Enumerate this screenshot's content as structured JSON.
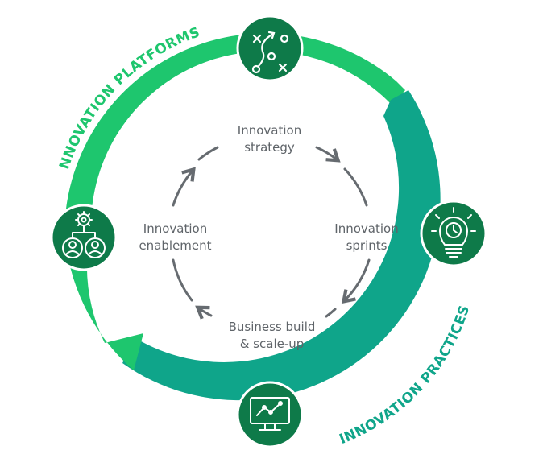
{
  "colors": {
    "light_green": "#1ec66e",
    "teal": "#0fa58a",
    "dark_green": "#0e7a49",
    "arrow_gray": "#666b70",
    "text_gray": "#5f6469"
  },
  "outer_labels": {
    "platforms": "INNOVATION PLATFORMS",
    "practices": "INNOVATION PRACTICES"
  },
  "steps": [
    {
      "id": "strategy",
      "label": "Innovation\nstrategy"
    },
    {
      "id": "sprints",
      "label": "Innovation\nsprints"
    },
    {
      "id": "build",
      "label": "Business build\n& scale-up"
    },
    {
      "id": "enablement",
      "label": "Innovation\nenablement"
    }
  ],
  "icons": [
    {
      "position": "top",
      "name": "strategy-play-icon"
    },
    {
      "position": "right",
      "name": "lightbulb-clock-icon"
    },
    {
      "position": "bottom",
      "name": "monitor-chart-icon"
    },
    {
      "position": "left",
      "name": "team-gear-icon"
    }
  ]
}
